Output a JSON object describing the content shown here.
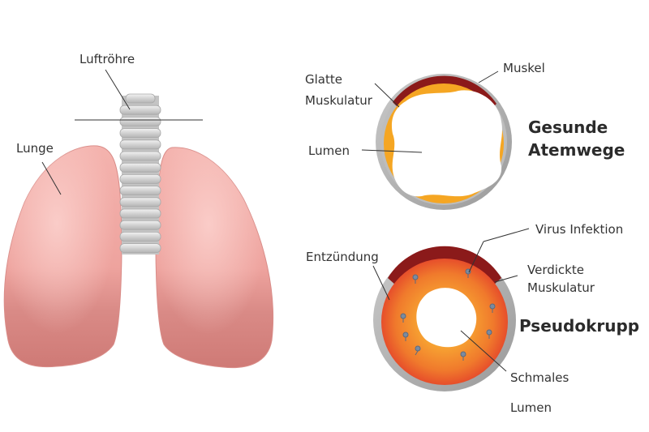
{
  "labels": {
    "trachea": "Luftröhre",
    "lung": "Lunge",
    "smooth_muscle_line1": "Glatte",
    "smooth_muscle_line2": "Muskulatur",
    "muscle": "Muskel",
    "lumen_healthy": "Lumen",
    "inflammation": "Entzündung",
    "virus_infection": "Virus Infektion",
    "thickened_muscle_line1": "Verdickte",
    "thickened_muscle_line2": "Muskulatur",
    "narrow_line1": "Schmales",
    "narrow_line2": "Lumen"
  },
  "titles": {
    "healthy_line1": "Gesunde",
    "healthy_line2": "Atemwege",
    "croup": "Pseudokrupp"
  },
  "colors": {
    "lung": "#f0a7a3",
    "lung_dark": "#cf7b78",
    "cartilage": "#d8d8d8",
    "wall_gray": "#a9a9a9",
    "muscle_dark_red": "#8b1a1a",
    "tissue_orange": "#f5a623",
    "inflamed_red": "#e8412e"
  }
}
